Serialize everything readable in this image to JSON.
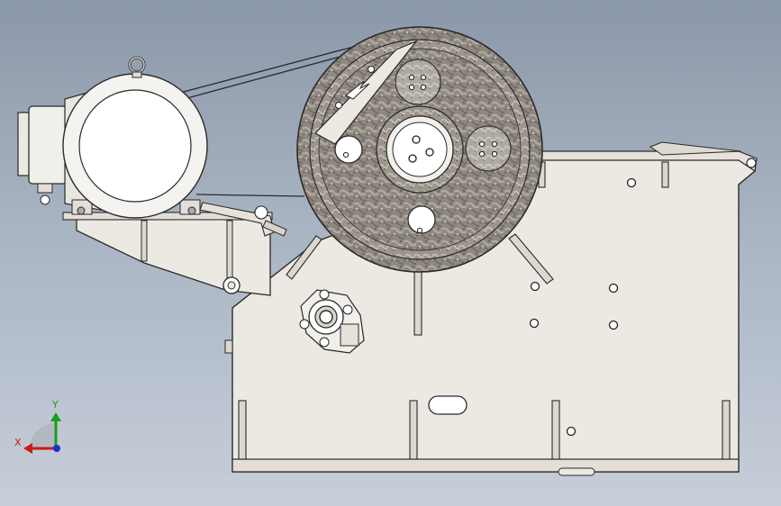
{
  "triad": {
    "x_label": "X",
    "y_label": "Y",
    "x_color": "#d01818",
    "y_color": "#18a018",
    "z_color": "#1830d0"
  },
  "colors": {
    "background_top": "#8b98a9",
    "background_bottom": "#c6ced9",
    "frame": "#ece9e2",
    "outline": "#2a2a2a",
    "flywheel": "#8e8880",
    "motor": "#f4f3f0"
  },
  "model": {
    "components": [
      "motor",
      "drive-belt",
      "flywheel",
      "machine-frame",
      "motor-base",
      "bearing-housing"
    ]
  }
}
